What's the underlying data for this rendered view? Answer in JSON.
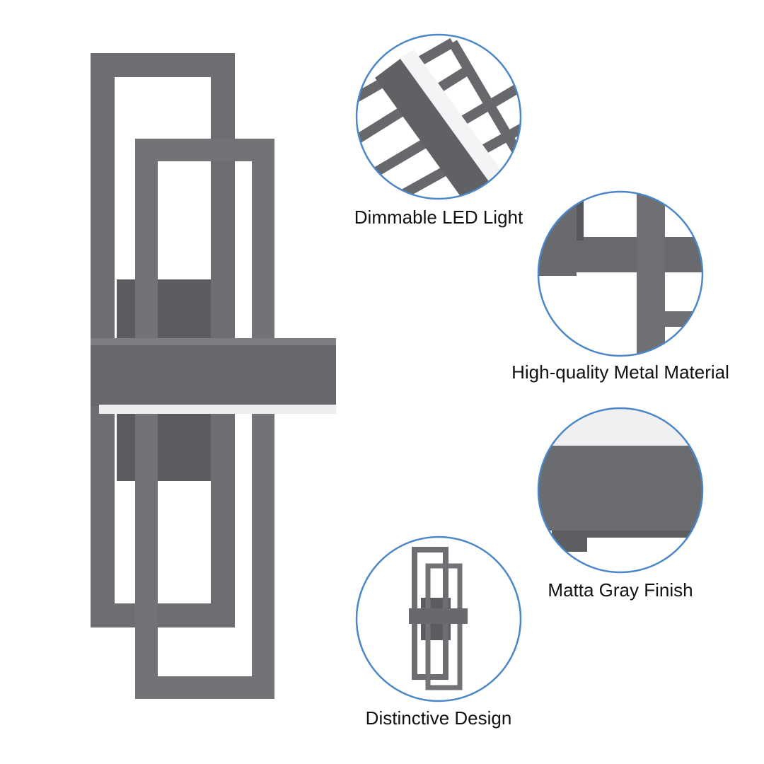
{
  "features": [
    {
      "label": "Dimmable LED Light"
    },
    {
      "label": "High-quality Metal Material"
    },
    {
      "label": "Matta Gray Finish"
    },
    {
      "label": "Distinctive Design"
    }
  ],
  "colors": {
    "metal": "#6c6e71",
    "metal_dark": "#55575a",
    "circle_border": "#4a86c8",
    "led": "#f4f4f6"
  }
}
